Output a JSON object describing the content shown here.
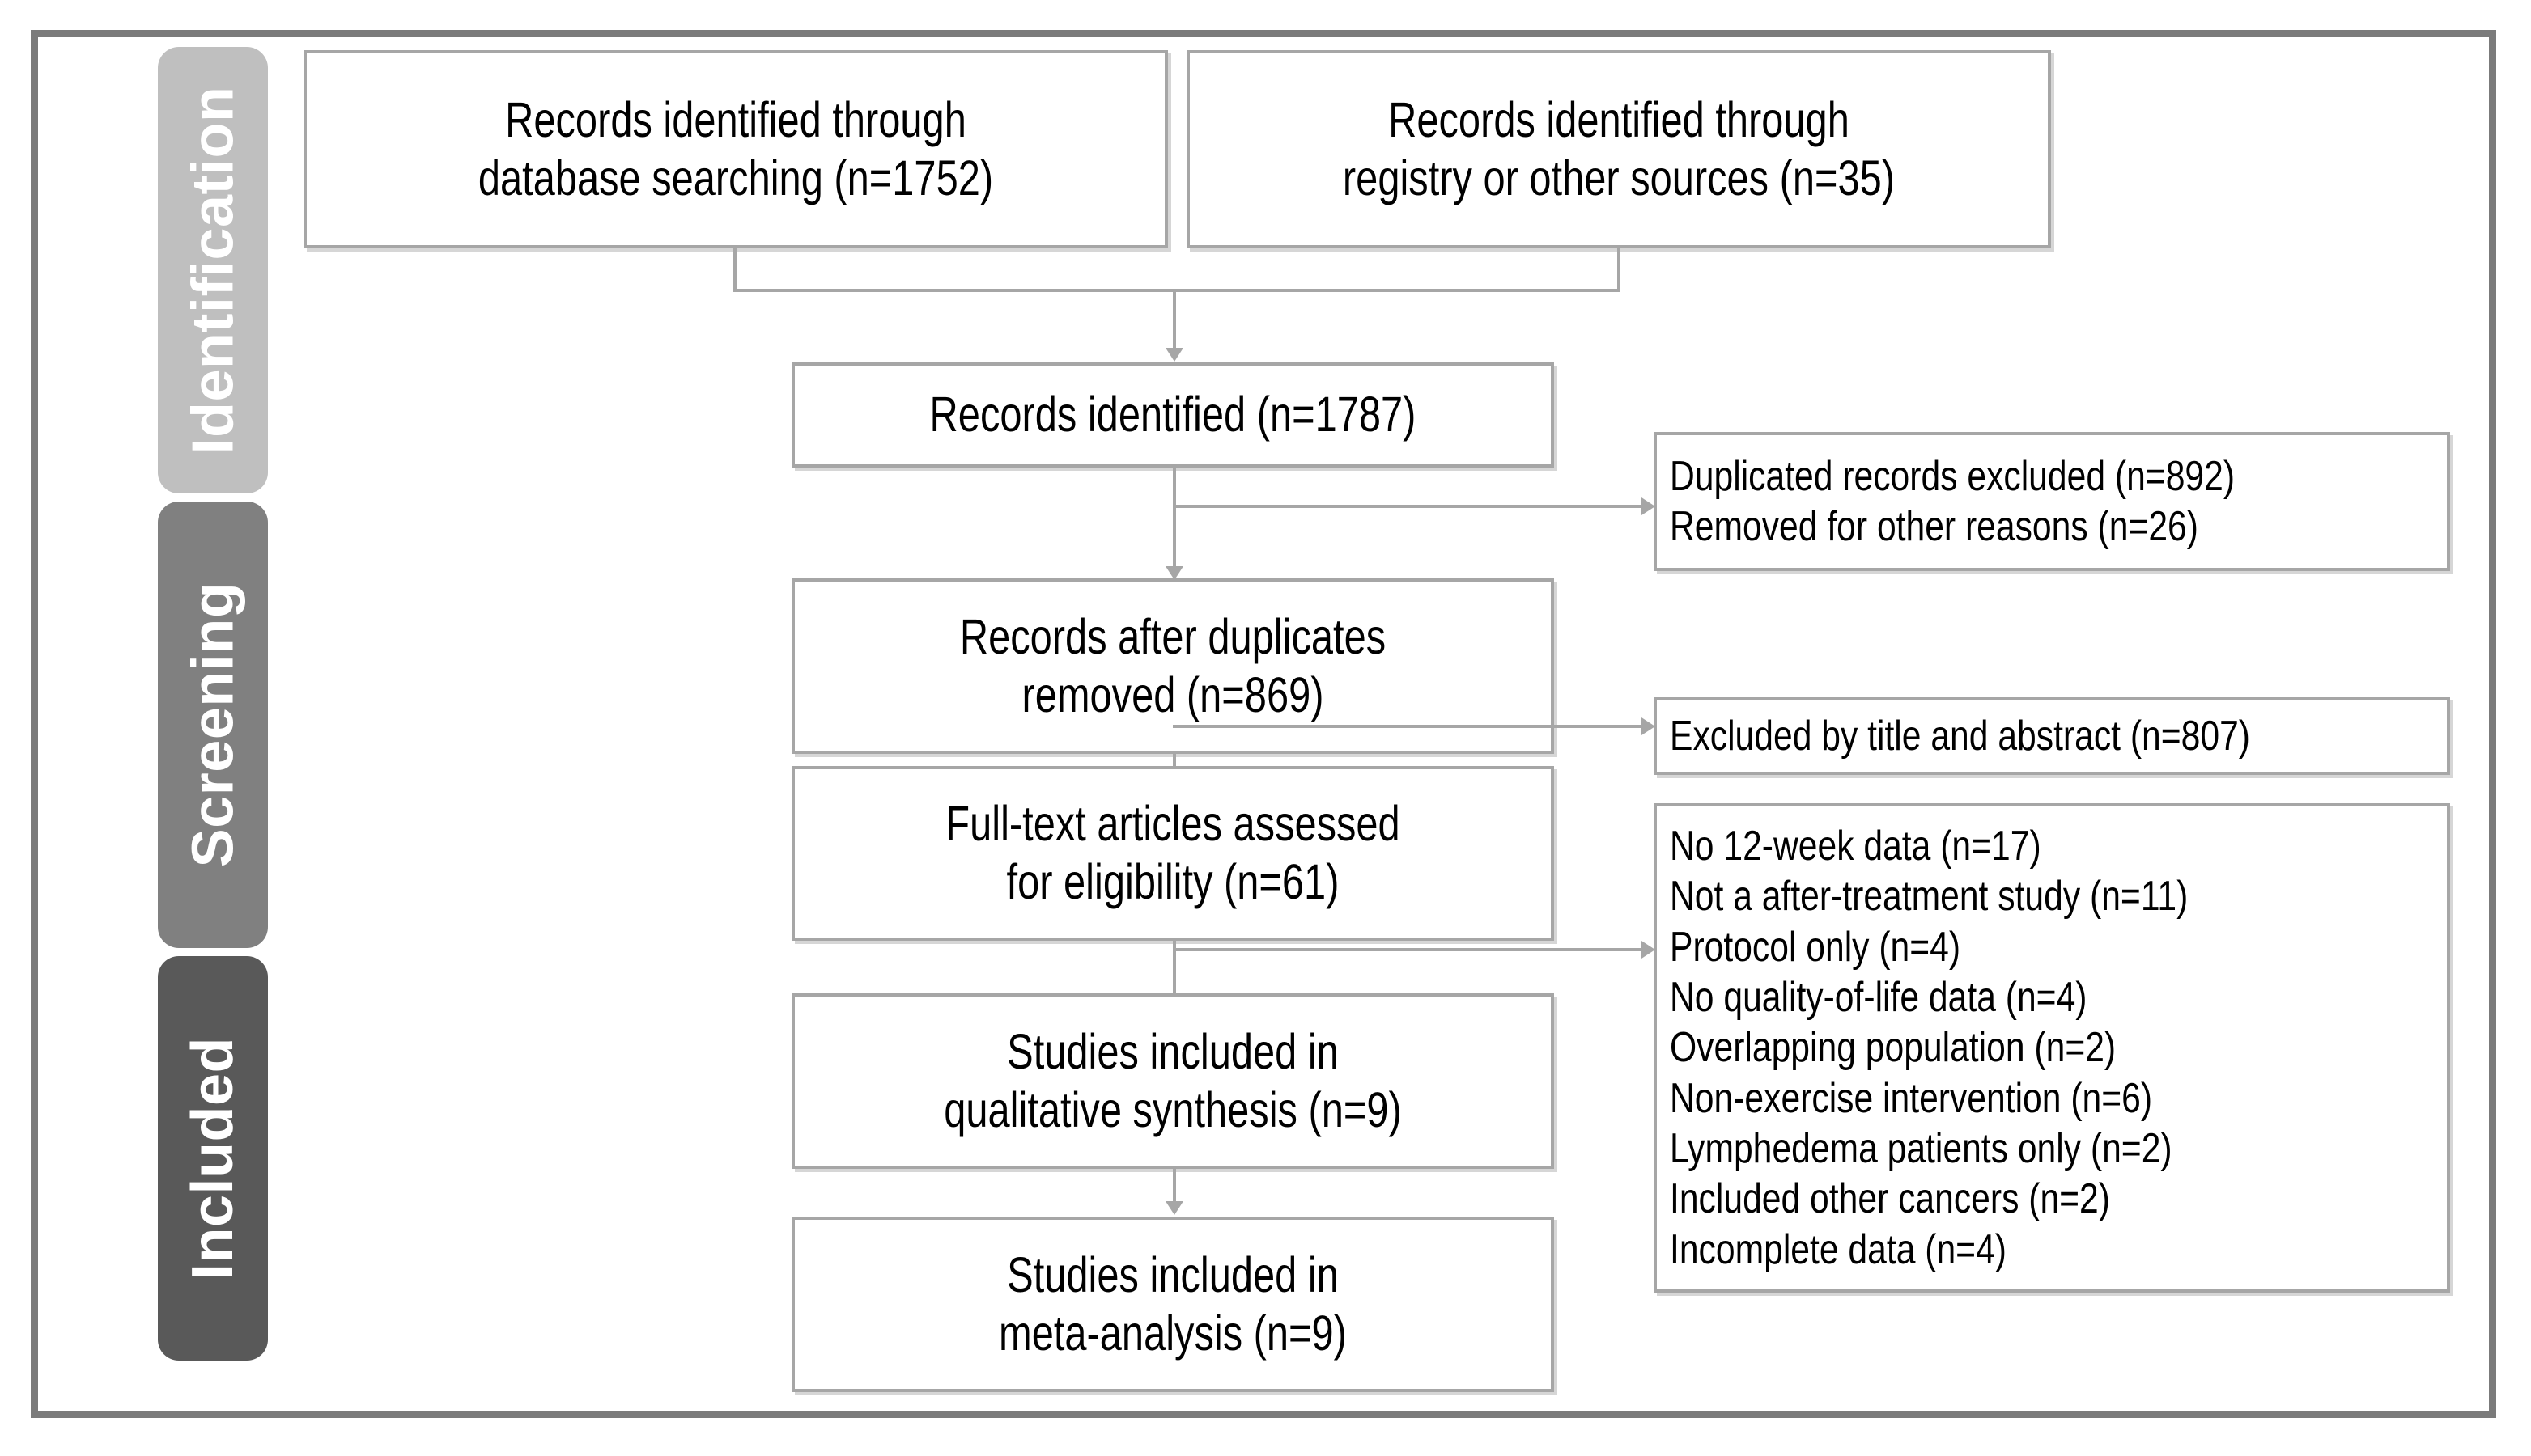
{
  "figure": {
    "type": "prisma-flow-diagram",
    "colors": {
      "outer_border": "#7b7b7b",
      "box_border": "#a6a6a6",
      "connector": "#a6a6a6",
      "stage_identification": "#bfbfbf",
      "stage_screening": "#808080",
      "stage_included": "#595959",
      "box_fill": "#ffffff",
      "text": "#000000",
      "stage_label_text": "#ffffff"
    }
  },
  "stages": [
    {
      "id": "identification",
      "label": "Identification",
      "color": "#bfbfbf"
    },
    {
      "id": "screening",
      "label": "Screening",
      "color": "#808080"
    },
    {
      "id": "included",
      "label": "Included",
      "color": "#595959"
    }
  ],
  "flow_boxes": {
    "db_search": {
      "label": "Records identified through\ndatabase searching (n=1752)",
      "n": 1752
    },
    "registry": {
      "label": "Records identified through\nregistry or other sources (n=35)",
      "n": 35
    },
    "identified": {
      "label": "Records identified (n=1787)",
      "n": 1787
    },
    "after_dupes": {
      "label": "Records after duplicates\nremoved (n=869)",
      "n": 869
    },
    "full_text": {
      "label": "Full-text articles assessed\nfor eligibility (n=61)",
      "n": 61
    },
    "qualitative": {
      "label": "Studies included in\nqualitative synthesis (n=9)",
      "n": 9
    },
    "meta_analysis": {
      "label": "Studies included in\nmeta-analysis (n=9)",
      "n": 9
    }
  },
  "exclusion_boxes": {
    "duplicates": {
      "lines": [
        "Duplicated records excluded (n=892)",
        "Removed for other reasons (n=26)"
      ]
    },
    "title_abstract": {
      "lines": [
        "Excluded by title and abstract (n=807)"
      ]
    },
    "full_text_excluded": {
      "lines": [
        "No 12-week data (n=17)",
        "Not a after-treatment study (n=11)",
        "Protocol only (n=4)",
        "No quality-of-life data (n=4)",
        "Overlapping population (n=2)",
        "Non-exercise intervention (n=6)",
        "Lymphedema patients only (n=2)",
        "Included other cancers (n=2)",
        "Incomplete data (n=4)"
      ]
    }
  },
  "chart_data": {
    "type": "diagram",
    "title": "PRISMA study selection flow",
    "nodes": [
      {
        "id": "db_search",
        "stage": "Identification",
        "text": "Records identified through database searching",
        "n": 1752
      },
      {
        "id": "registry",
        "stage": "Identification",
        "text": "Records identified through registry or other sources",
        "n": 35
      },
      {
        "id": "identified",
        "stage": "Identification",
        "text": "Records identified",
        "n": 1787
      },
      {
        "id": "after_dupes",
        "stage": "Screening",
        "text": "Records after duplicates removed",
        "n": 869
      },
      {
        "id": "full_text",
        "stage": "Screening",
        "text": "Full-text articles assessed for eligibility",
        "n": 61
      },
      {
        "id": "qualitative",
        "stage": "Included",
        "text": "Studies included in qualitative synthesis",
        "n": 9
      },
      {
        "id": "meta_analysis",
        "stage": "Included",
        "text": "Studies included in meta-analysis",
        "n": 9
      }
    ],
    "exclusions": [
      {
        "from": "identified",
        "reasons": [
          {
            "text": "Duplicated records excluded",
            "n": 892
          },
          {
            "text": "Removed for other reasons",
            "n": 26
          }
        ]
      },
      {
        "from": "after_dupes",
        "reasons": [
          {
            "text": "Excluded by title and abstract",
            "n": 807
          }
        ]
      },
      {
        "from": "full_text",
        "reasons": [
          {
            "text": "No 12-week data",
            "n": 17
          },
          {
            "text": "Not a after-treatment study",
            "n": 11
          },
          {
            "text": "Protocol only",
            "n": 4
          },
          {
            "text": "No quality-of-life data",
            "n": 4
          },
          {
            "text": "Overlapping population",
            "n": 2
          },
          {
            "text": "Non-exercise intervention",
            "n": 6
          },
          {
            "text": "Lymphedema patients only",
            "n": 2
          },
          {
            "text": "Included other cancers",
            "n": 2
          },
          {
            "text": "Incomplete data",
            "n": 4
          }
        ]
      }
    ],
    "edges": [
      {
        "from": "db_search",
        "to": "identified"
      },
      {
        "from": "registry",
        "to": "identified"
      },
      {
        "from": "identified",
        "to": "after_dupes"
      },
      {
        "from": "after_dupes",
        "to": "full_text"
      },
      {
        "from": "full_text",
        "to": "qualitative"
      },
      {
        "from": "qualitative",
        "to": "meta_analysis"
      }
    ]
  }
}
